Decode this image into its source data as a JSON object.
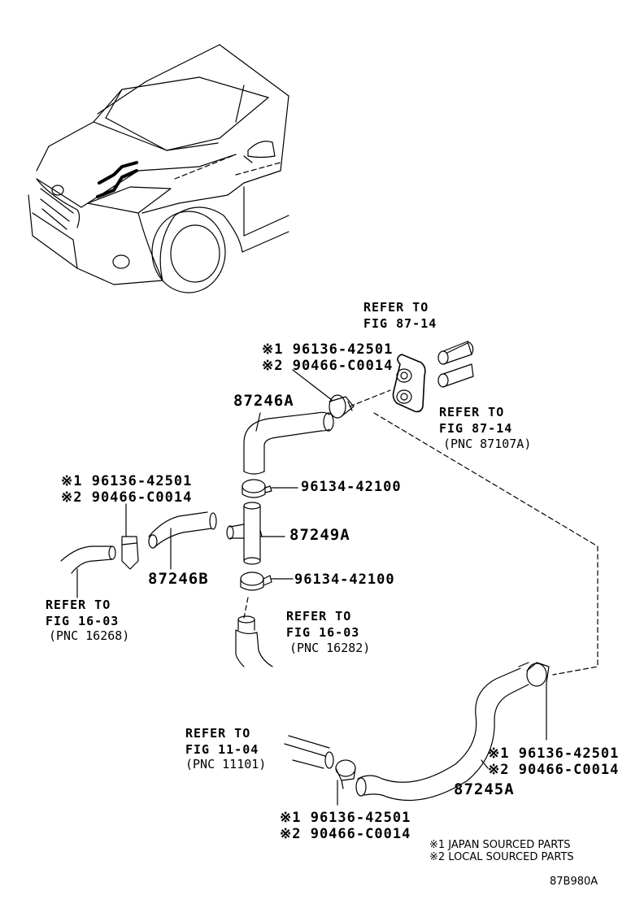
{
  "refs": {
    "top": {
      "line1": "REFER TO",
      "line2": "FIG 87-14"
    },
    "right": {
      "line1": "REFER TO",
      "line2": "FIG 87-14",
      "pnc": "(PNC 87107A)"
    },
    "left": {
      "line1": "REFER TO",
      "line2": "FIG 16-03",
      "pnc": "(PNC 16268)"
    },
    "mid": {
      "line1": "REFER TO",
      "line2": "FIG 16-03",
      "pnc": "(PNC 16282)"
    },
    "bottom": {
      "line1": "REFER TO",
      "line2": "FIG 11-04",
      "pnc": "(PNC 11101)"
    }
  },
  "clamps": {
    "top": {
      "line1": "※1 96136-42501",
      "line2": "※2 90466-C0014"
    },
    "left": {
      "line1": "※1 96136-42501",
      "line2": "※2 90466-C0014"
    },
    "right": {
      "line1": "※1 96136-42501",
      "line2": "※2 90466-C0014"
    },
    "bottom": {
      "line1": "※1 96136-42501",
      "line2": "※2 90466-C0014"
    }
  },
  "parts": {
    "hose_a": "87246A",
    "hose_b": "87246B",
    "tee": "87249A",
    "hose_long": "87245A",
    "clip_upper": "96134-42100",
    "clip_lower": "96134-42100"
  },
  "legend": {
    "note1": "※1 JAPAN SOURCED PARTS",
    "note2": "※2 LOCAL SOURCED PARTS"
  },
  "figure_code": "87B980A"
}
